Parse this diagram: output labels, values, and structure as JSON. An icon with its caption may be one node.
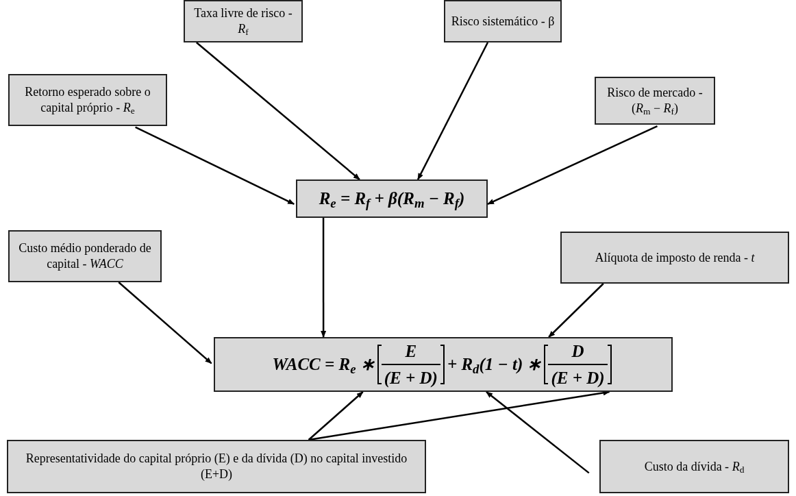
{
  "diagram": {
    "nodes": [
      {
        "text": [
          "Taxa livre de risco - *R*$_{f}$"
        ]
      },
      {
        "text": [
          "Risco sistemático - β"
        ]
      },
      {
        "text": [
          "Retorno esperado sobre o capital próprio - *R*$_{e}$"
        ]
      },
      {
        "text": [
          "Risco de mercado - (*R*$_{m}$ − *R*$_{f}$)"
        ]
      },
      {
        "text": [
          "R$_{e}$ = R$_{f}$ + β(R$_{m}$ − R$_{f}$)"
        ]
      },
      {
        "text": [
          "Custo médio ponderado de capital - *WACC*"
        ]
      },
      {
        "text": [
          "Alíquota de imposto de renda - *t*"
        ]
      },
      {
        "text": [
          "WACC = R$_{e}$ ∗",
          "E",
          "(E + D)",
          "+ R$_{d}$(1 − t) ∗",
          "D",
          "(E + D)"
        ]
      },
      {
        "text": [
          "Representatividade do capital próprio (E) e da dívida (D) no capital investido (E+D)"
        ]
      },
      {
        "text": [
          "Custo da dívida - *R*$_{d}$"
        ]
      }
    ],
    "edges": [
      {
        "from": 0,
        "to": 4,
        "arrow": "to"
      },
      {
        "from": 1,
        "to": 4,
        "arrow": "to"
      },
      {
        "from": 2,
        "to": 4,
        "arrow": "to"
      },
      {
        "from": 3,
        "to": 4,
        "arrow": "to"
      },
      {
        "from": 4,
        "to": 7,
        "arrow": "to"
      },
      {
        "from": 5,
        "to": 7,
        "arrow": "to"
      },
      {
        "from": 6,
        "to": 7,
        "arrow": "to"
      },
      {
        "from": 8,
        "to": 7,
        "arrow": "to"
      },
      {
        "from": 8,
        "to": 7,
        "arrow": "to"
      },
      {
        "from": 9,
        "to": 7,
        "arrow": "to"
      }
    ]
  }
}
